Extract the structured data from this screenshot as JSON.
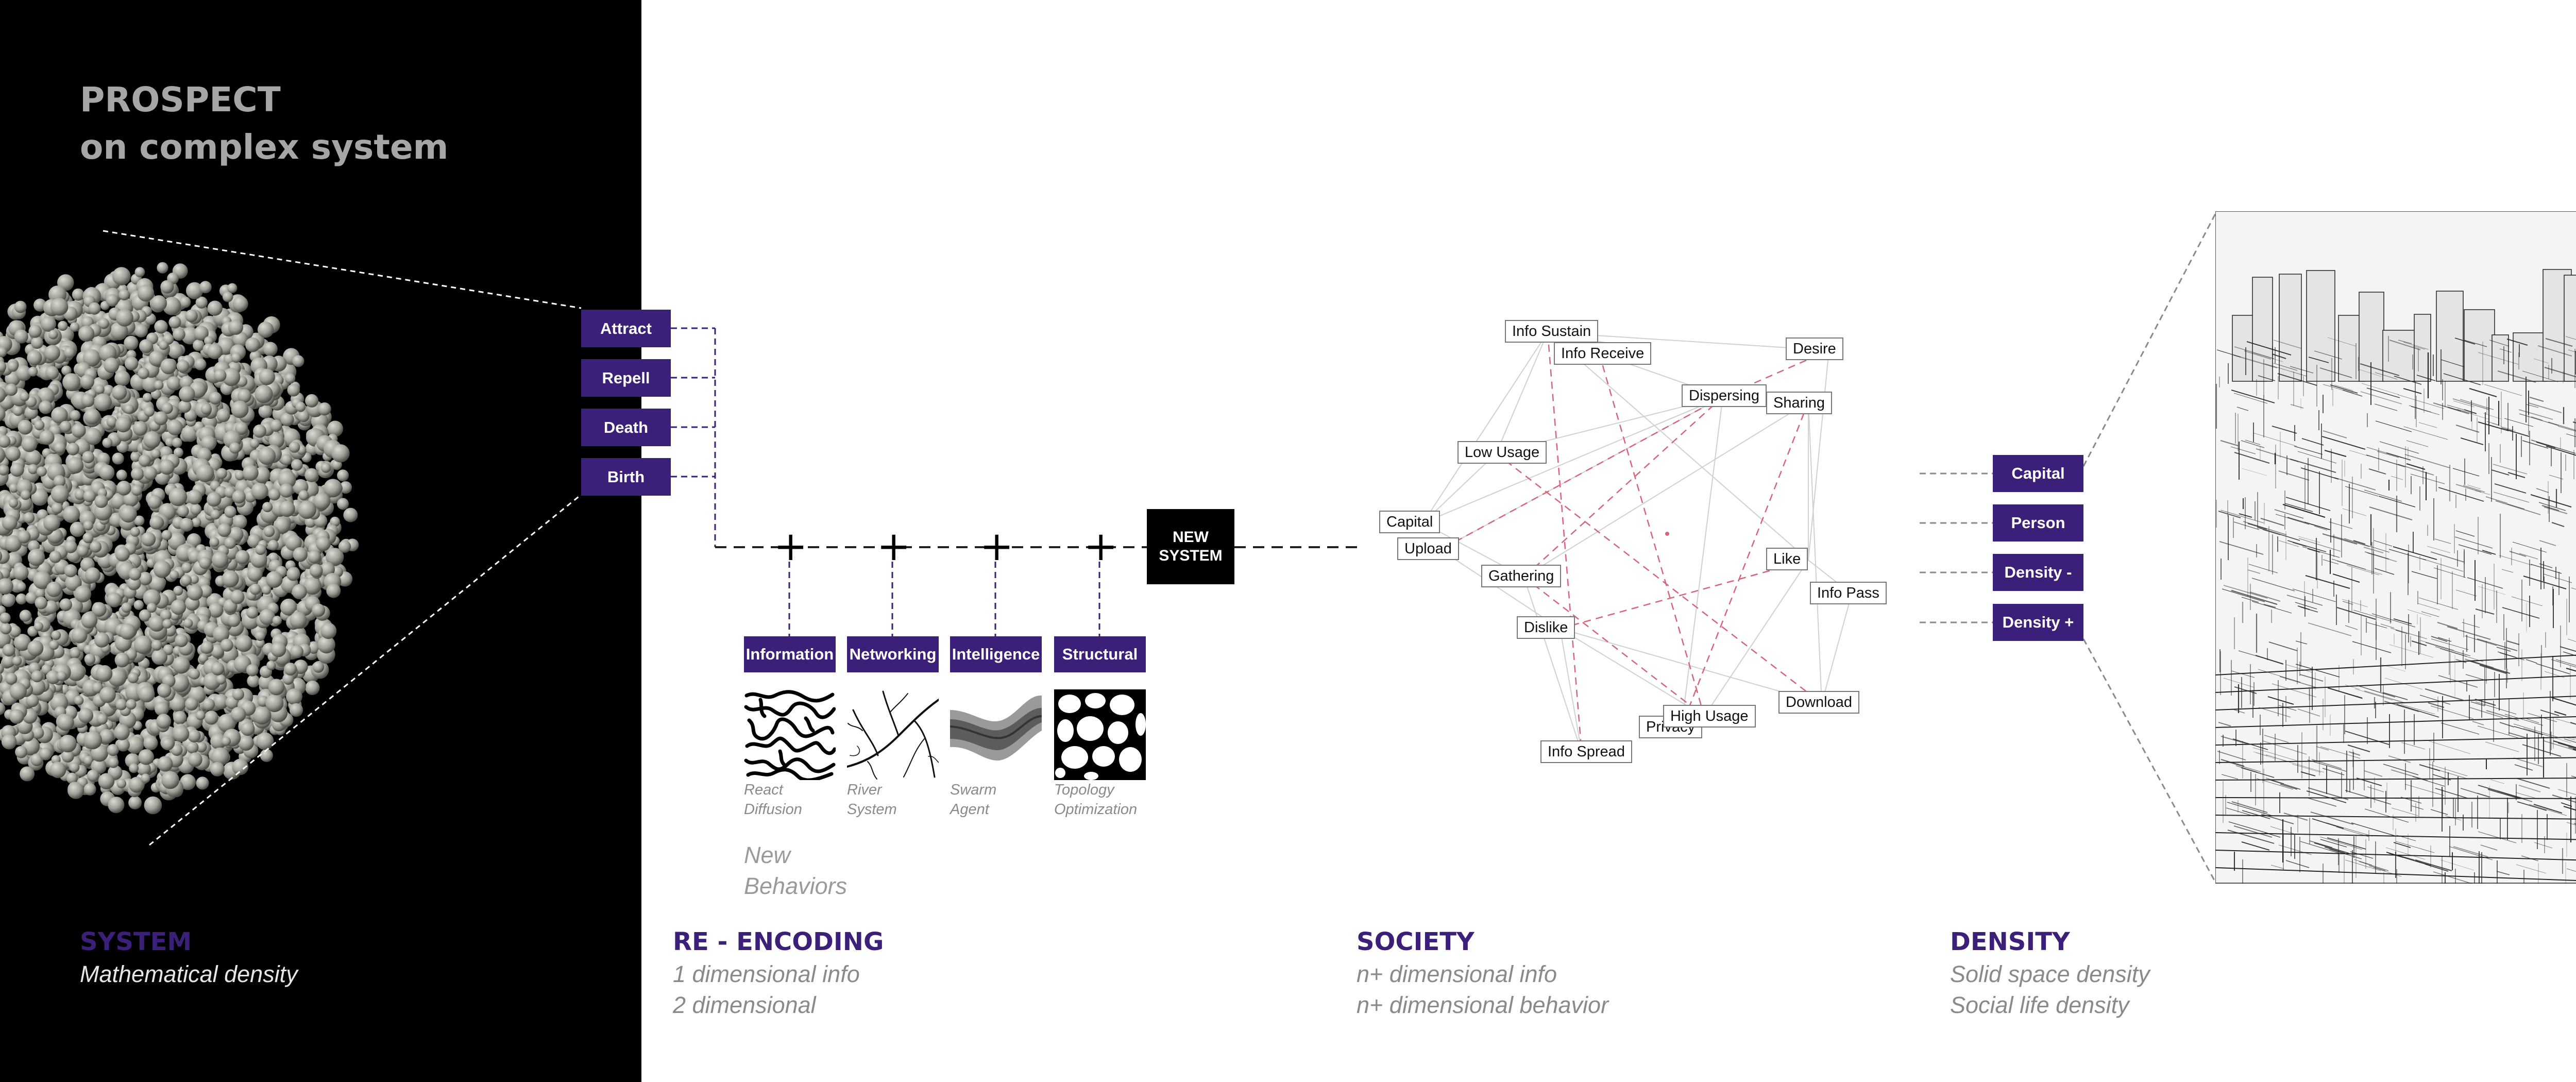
{
  "title": {
    "line1": "PROSPECT",
    "line2": "on complex system"
  },
  "system_rules": [
    "Attract",
    "Repell",
    "Death",
    "Birth"
  ],
  "encoders": [
    {
      "label": "Information",
      "caption1": "React",
      "caption2": "Diffusion"
    },
    {
      "label": "Networking",
      "caption1": "River",
      "caption2": "System"
    },
    {
      "label": "Intelligence",
      "caption1": "Swarm",
      "caption2": "Agent"
    },
    {
      "label": "Structural",
      "caption1": "Topology",
      "caption2": "Optimization"
    }
  ],
  "plus_symbol": "+",
  "new_system": {
    "line1": "NEW",
    "line2": "SYSTEM"
  },
  "new_behaviors": {
    "line1": "New",
    "line2": "Behaviors"
  },
  "network_nodes": [
    "Info Sustain",
    "Info Receive",
    "Desire",
    "Dispersing",
    "Sharing",
    "Low Usage",
    "Capital",
    "Upload",
    "Gathering",
    "Like",
    "Info Pass",
    "Dislike",
    "Download",
    "High Usage",
    "Privacy",
    "Info Spread"
  ],
  "density_labels": [
    "Capital",
    "Person",
    "Density -",
    "Density +"
  ],
  "sections": {
    "system": {
      "title": "SYSTEM",
      "sub1": "Mathematical density"
    },
    "reencoding": {
      "title": "RE - ENCODING",
      "sub1": "1 dimensional info",
      "sub2": "2 dimensional"
    },
    "society": {
      "title": "SOCIETY",
      "sub1": "n+ dimensional info",
      "sub2": "n+ dimensional behavior"
    },
    "density": {
      "title": "DENSITY",
      "sub1": "Solid space density",
      "sub2": "Social life density"
    }
  },
  "colors": {
    "accent": "#3b1f78",
    "network_red": "#d9637a",
    "left_bg": "#000000"
  }
}
